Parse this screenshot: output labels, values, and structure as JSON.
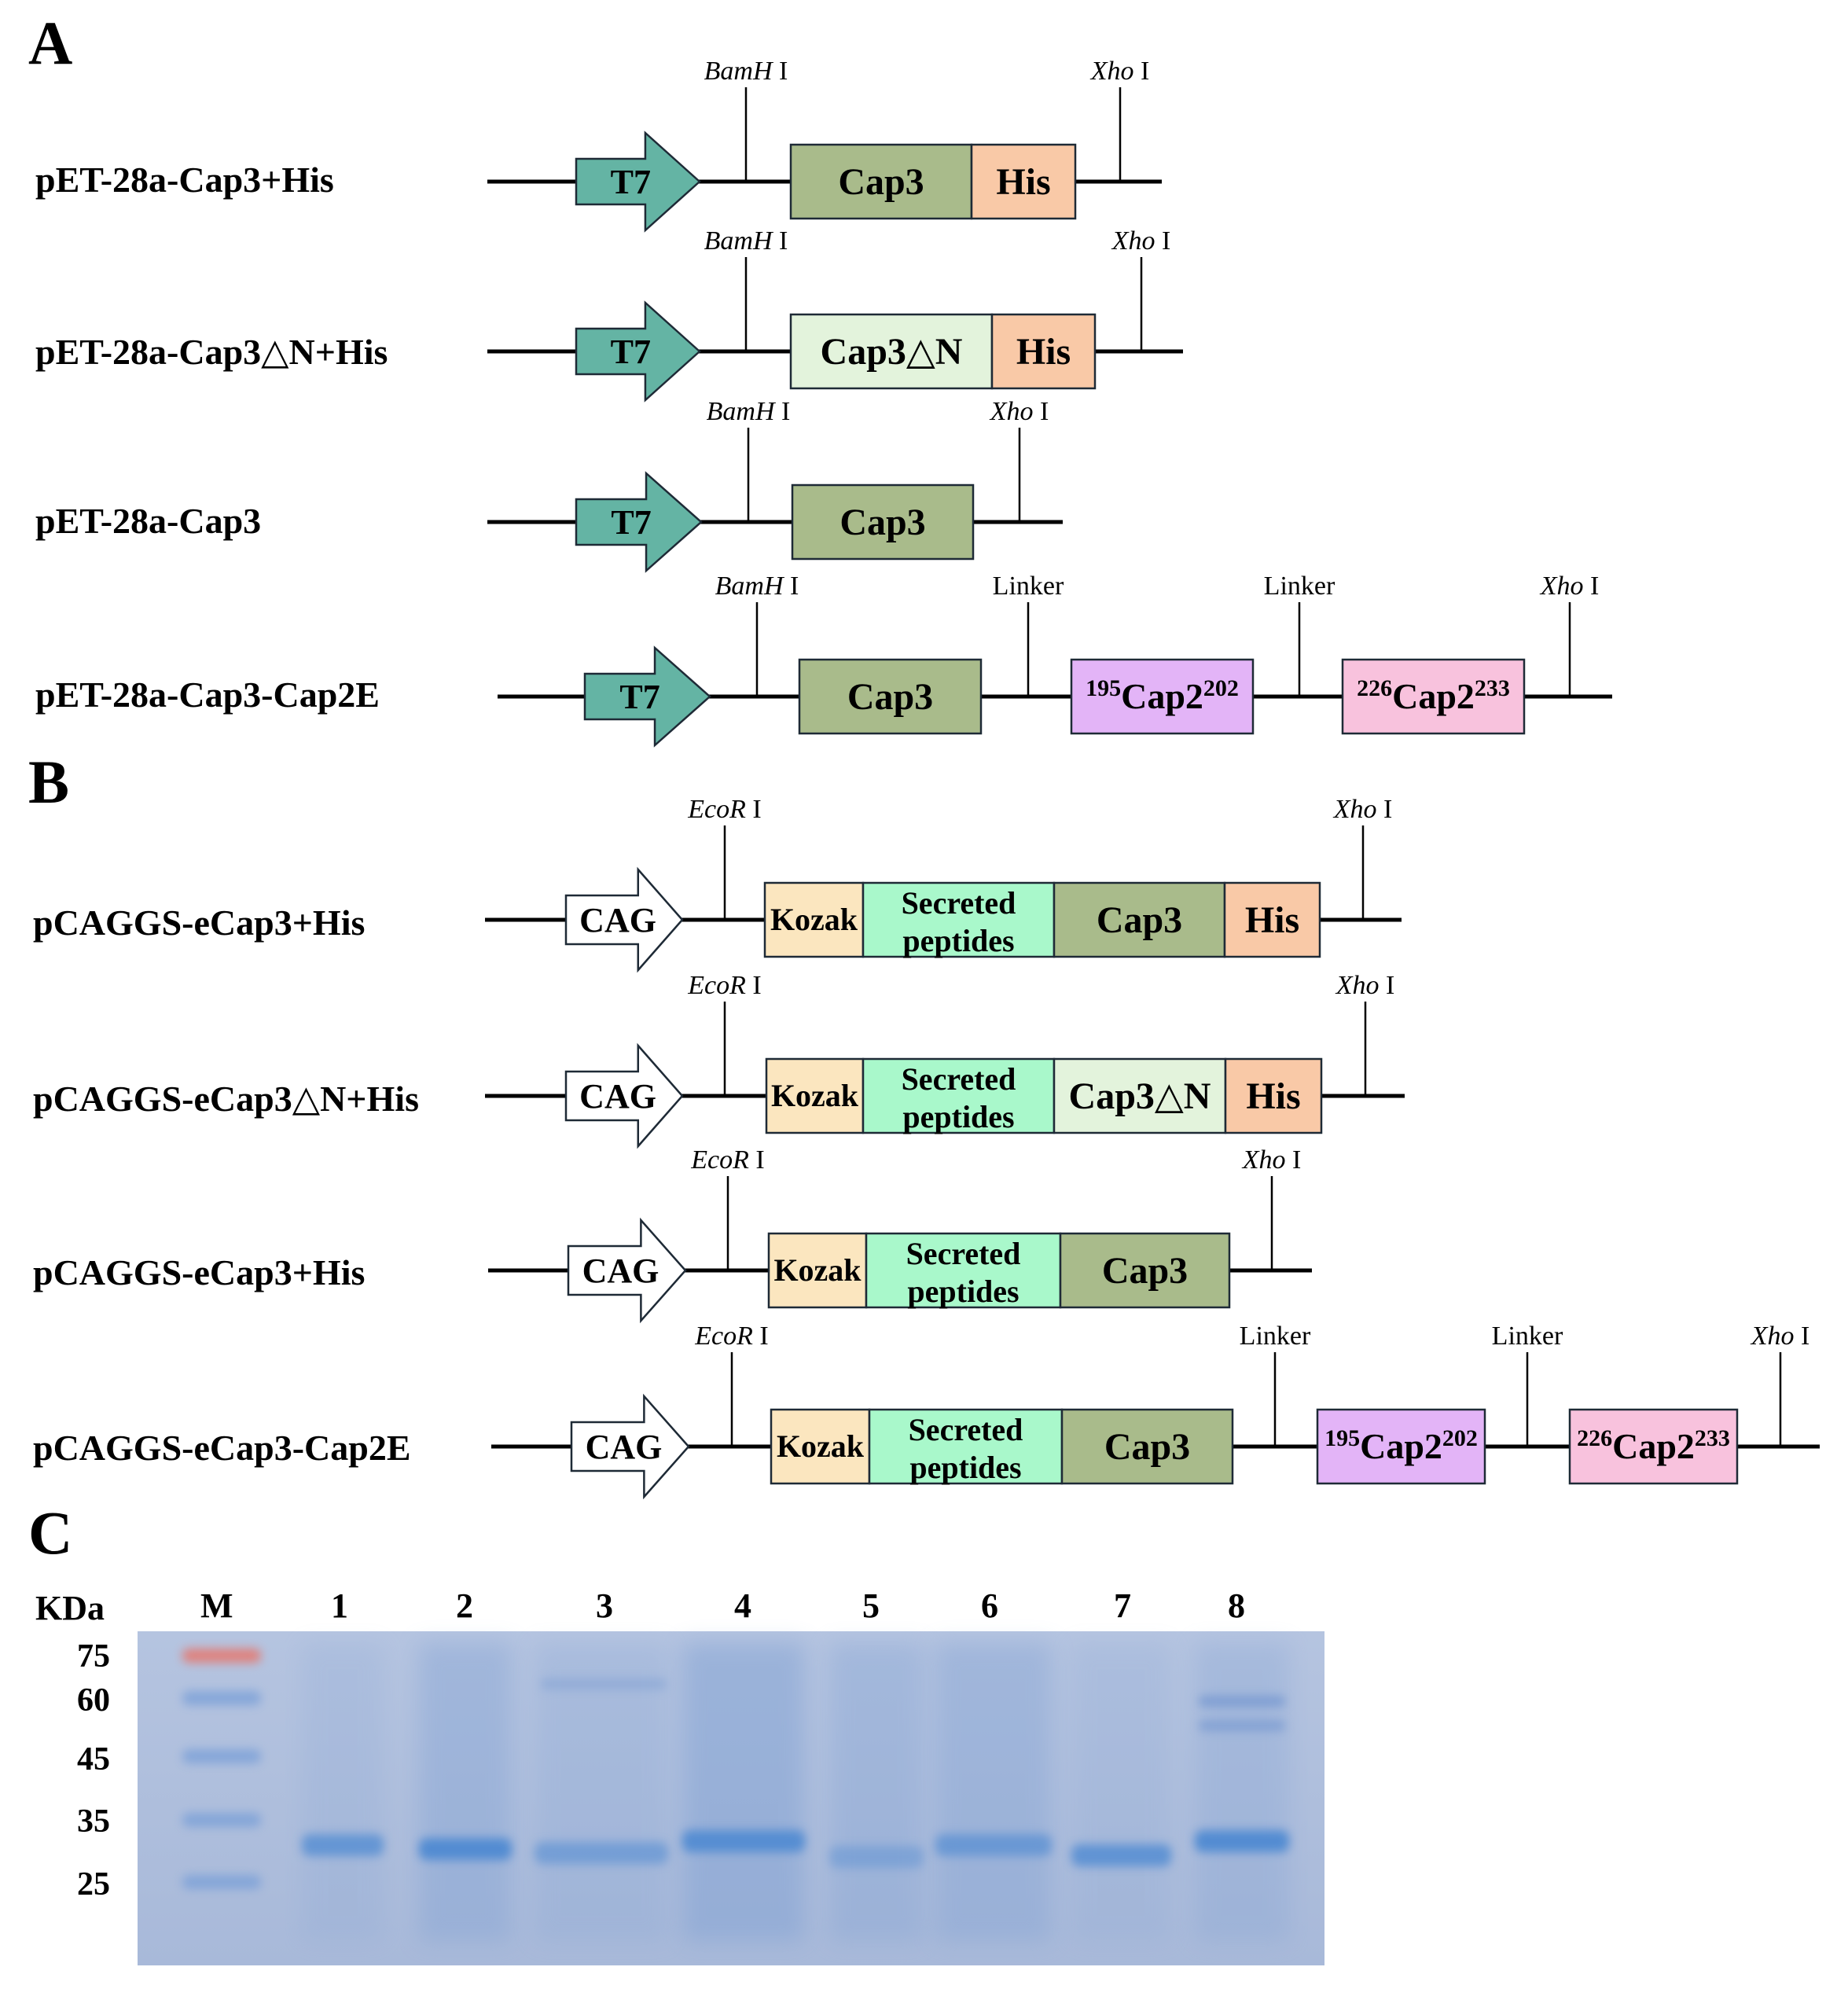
{
  "panels": {
    "a": "A",
    "b": "B",
    "c": "C"
  },
  "colors": {
    "t7": "#64b4a4",
    "cap3": "#a9bb8b",
    "cap3dn": "#e3f3dc",
    "his": "#f9c9a7",
    "cap2_195": "#e3b4f7",
    "cap2_226": "#f8c2dd",
    "kozak": "#fbe6bf",
    "secreted": "#a9f8cb",
    "cag": "#ffffff",
    "gel_bg": "#a8b9d9",
    "band": "#4f8ad2",
    "marker_top": "#e47a72"
  },
  "panel_a": {
    "rows": [
      {
        "label": "pET-28a-Cap3+His",
        "promoter": "T7",
        "sites": [
          "BamH",
          "Xho"
        ],
        "blocks": [
          {
            "name": "Cap3",
            "kind": "cap3"
          },
          {
            "name": "His",
            "kind": "his"
          }
        ]
      },
      {
        "label": "pET-28a-Cap3△N+His",
        "promoter": "T7",
        "sites": [
          "BamH",
          "Xho"
        ],
        "blocks": [
          {
            "name": "Cap3△N",
            "kind": "cap3dn"
          },
          {
            "name": "His",
            "kind": "his"
          }
        ]
      },
      {
        "label": "pET-28a-Cap3",
        "promoter": "T7",
        "sites": [
          "BamH",
          "Xho"
        ],
        "blocks": [
          {
            "name": "Cap3",
            "kind": "cap3"
          }
        ]
      },
      {
        "label": "pET-28a-Cap3-Cap2E",
        "promoter": "T7",
        "sites": [
          "BamH",
          "Linker",
          "Linker",
          "Xho"
        ],
        "blocks": [
          {
            "name": "Cap3",
            "kind": "cap3"
          },
          {
            "sup1": "195",
            "name": "Cap2",
            "sup2": "202",
            "kind": "cap2_195"
          },
          {
            "sup1": "226",
            "name": "Cap2",
            "sup2": "233",
            "kind": "cap2_226"
          }
        ]
      }
    ]
  },
  "panel_b": {
    "rows": [
      {
        "label": "pCAGGS-eCap3+His",
        "promoter": "CAG",
        "sites": [
          "EcoR",
          "Xho"
        ],
        "blocks": [
          {
            "name": "Kozak",
            "kind": "kozak"
          },
          {
            "name": "Secreted peptides",
            "line1": "Secreted",
            "line2": "peptides",
            "kind": "secreted"
          },
          {
            "name": "Cap3",
            "kind": "cap3"
          },
          {
            "name": "His",
            "kind": "his"
          }
        ]
      },
      {
        "label": "pCAGGS-eCap3△N+His",
        "promoter": "CAG",
        "sites": [
          "EcoR",
          "Xho"
        ],
        "blocks": [
          {
            "name": "Kozak",
            "kind": "kozak"
          },
          {
            "name": "Secreted peptides",
            "line1": "Secreted",
            "line2": "peptides",
            "kind": "secreted"
          },
          {
            "name": "Cap3△N",
            "kind": "cap3dn"
          },
          {
            "name": "His",
            "kind": "his"
          }
        ]
      },
      {
        "label": "pCAGGS-eCap3+His",
        "promoter": "CAG",
        "sites": [
          "EcoR",
          "Xho"
        ],
        "blocks": [
          {
            "name": "Kozak",
            "kind": "kozak"
          },
          {
            "name": "Secreted peptides",
            "line1": "Secreted",
            "line2": "peptides",
            "kind": "secreted"
          },
          {
            "name": "Cap3",
            "kind": "cap3"
          }
        ]
      },
      {
        "label": "pCAGGS-eCap3-Cap2E",
        "promoter": "CAG",
        "sites": [
          "EcoR",
          "Linker",
          "Linker",
          "Xho"
        ],
        "blocks": [
          {
            "name": "Kozak",
            "kind": "kozak"
          },
          {
            "name": "Secreted peptides",
            "line1": "Secreted",
            "line2": "peptides",
            "kind": "secreted"
          },
          {
            "name": "Cap3",
            "kind": "cap3"
          },
          {
            "sup1": "195",
            "name": "Cap2",
            "sup2": "202",
            "kind": "cap2_195"
          },
          {
            "sup1": "226",
            "name": "Cap2",
            "sup2": "233",
            "kind": "cap2_226"
          }
        ]
      }
    ]
  },
  "site_suffix": "I",
  "gel": {
    "unit_label": "KDa",
    "lanes": [
      "M",
      "1",
      "2",
      "3",
      "4",
      "5",
      "6",
      "7",
      "8"
    ],
    "marker_kda": [
      "75",
      "60",
      "45",
      "35",
      "25"
    ]
  }
}
